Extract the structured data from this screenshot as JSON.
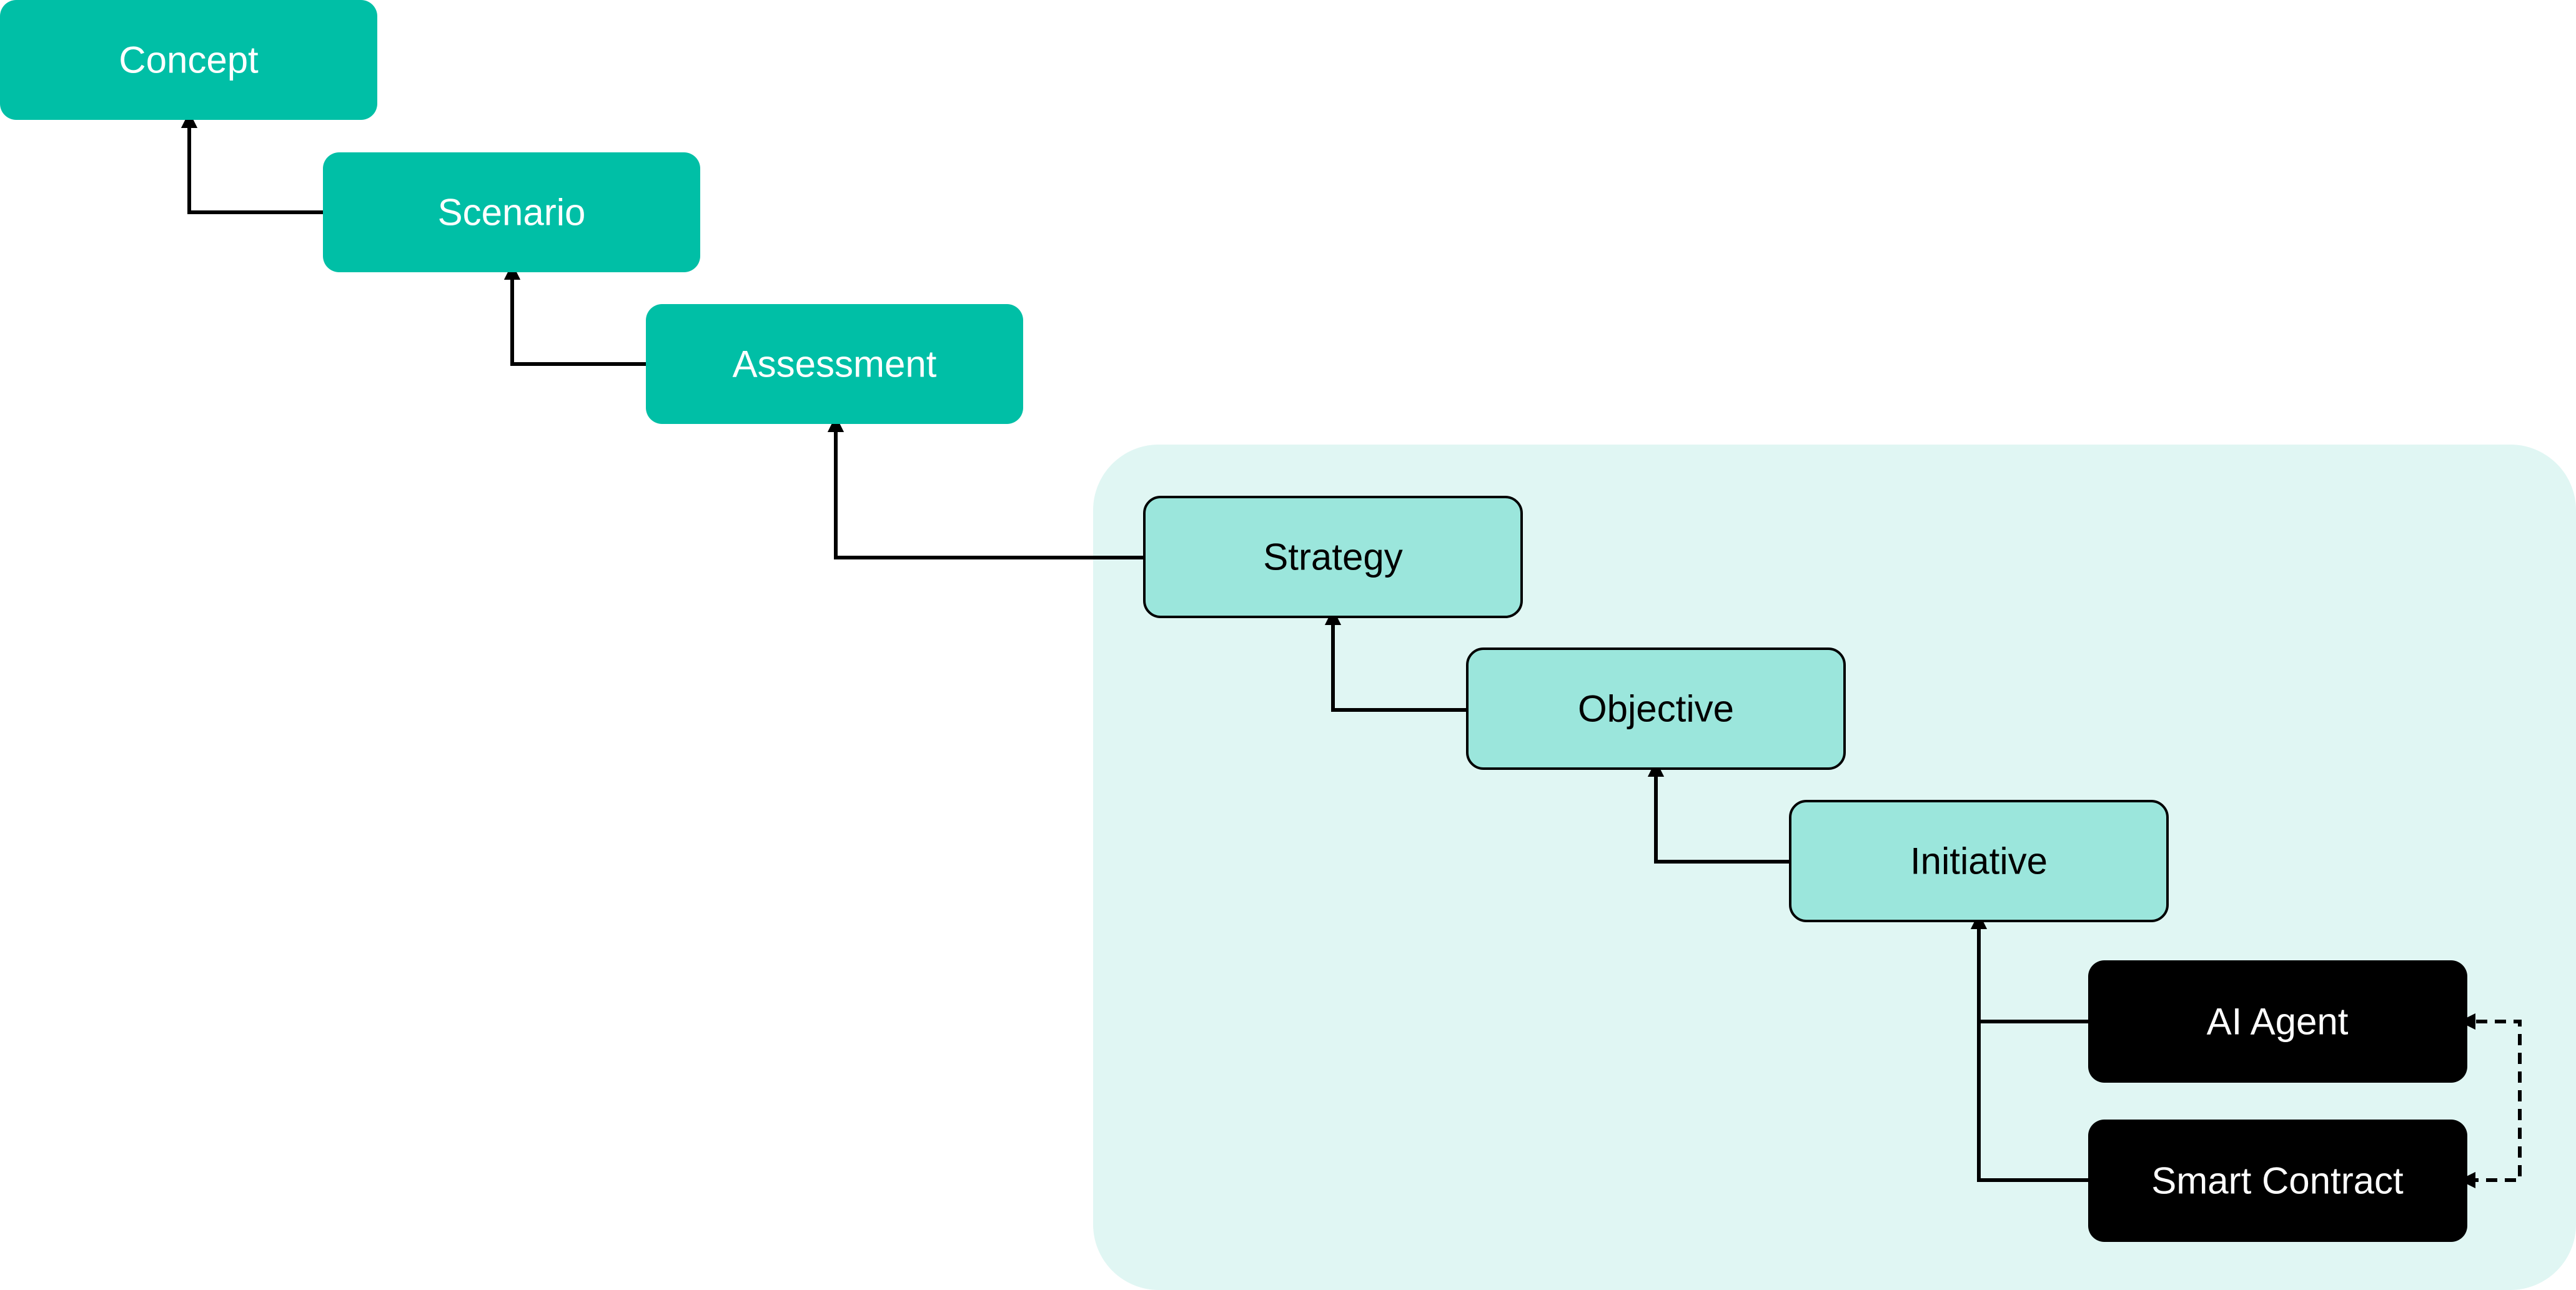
{
  "colors": {
    "teal": "#00BFA6",
    "light_teal": "#9BE6DC",
    "region": "#E0F6F3",
    "black": "#000000",
    "white": "#FFFFFF"
  },
  "nodes": {
    "concept": "Concept",
    "scenario": "Scenario",
    "assessment": "Assessment",
    "strategy": "Strategy",
    "objective": "Objective",
    "initiative": "Initiative",
    "ai_agent": "AI Agent",
    "smart_contract": "Smart Contract"
  }
}
